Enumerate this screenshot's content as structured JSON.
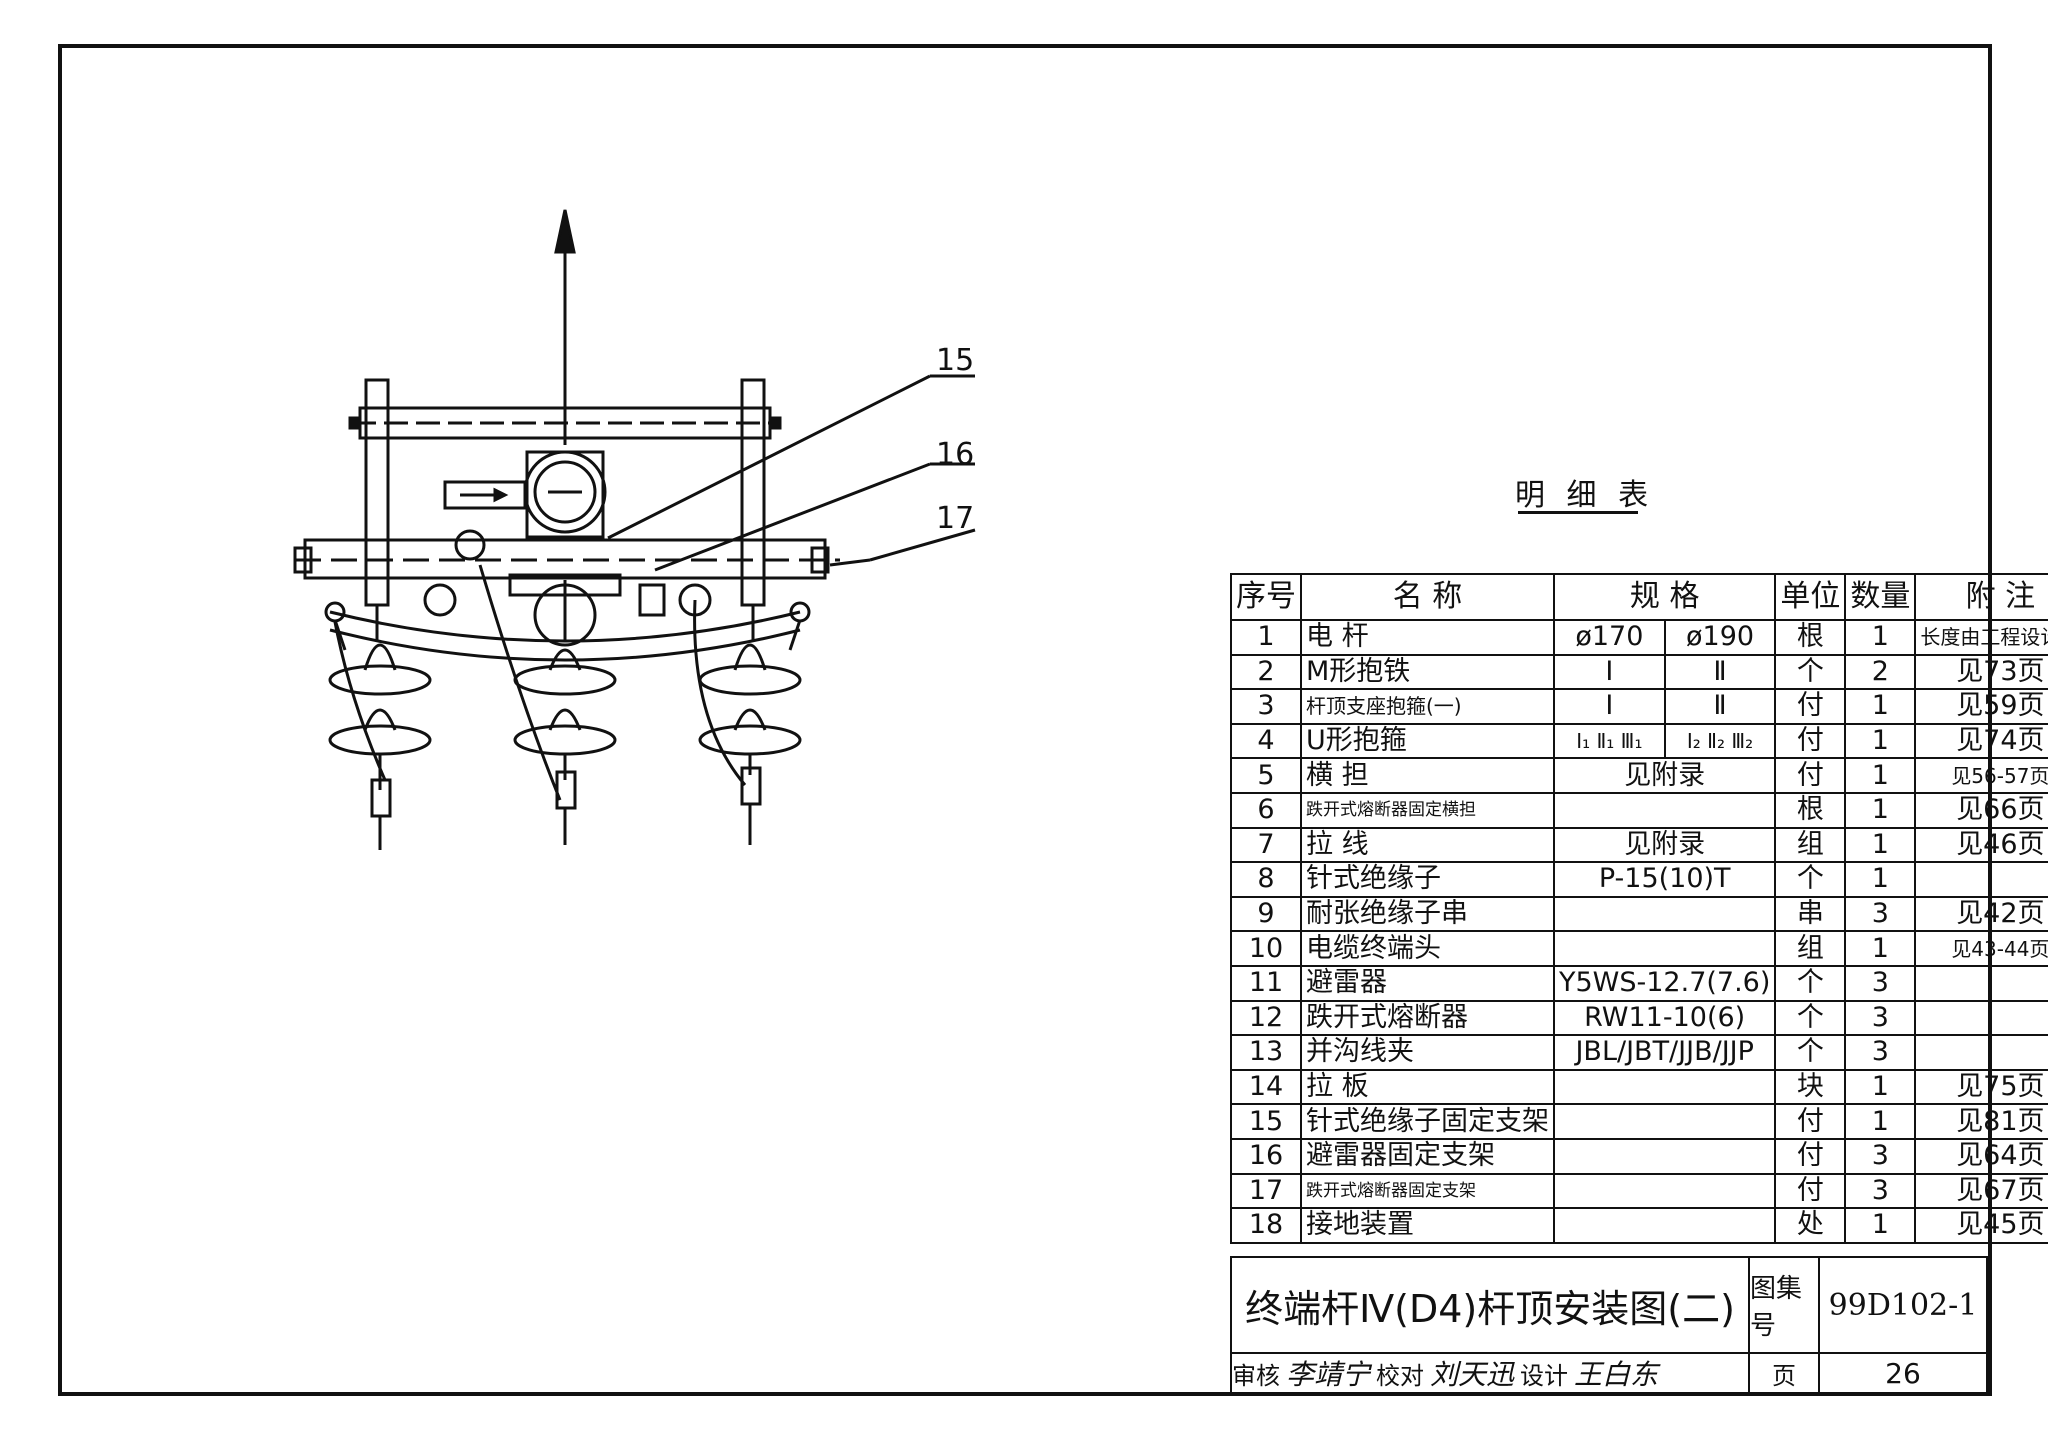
{
  "callouts": [
    "15",
    "16",
    "17"
  ],
  "schedule": {
    "title": "明 细 表",
    "headers": [
      "序号",
      "名 称",
      "规 格",
      "单位",
      "数量",
      "附 注"
    ],
    "rows": [
      {
        "no": "1",
        "name": "电 杆",
        "spec_a": "ø170",
        "spec_b": "ø190",
        "unit": "根",
        "qty": "1",
        "note": "长度由工程设计定"
      },
      {
        "no": "2",
        "name": "M形抱铁",
        "spec_a": "Ⅰ",
        "spec_b": "Ⅱ",
        "unit": "个",
        "qty": "2",
        "note": "见73页"
      },
      {
        "no": "3",
        "name": "杆顶支座抱箍(一)",
        "spec_a": "Ⅰ",
        "spec_b": "Ⅱ",
        "unit": "付",
        "qty": "1",
        "note": "见59页"
      },
      {
        "no": "4",
        "name": "U形抱箍",
        "spec_a": "Ⅰ₁ Ⅱ₁ Ⅲ₁",
        "spec_b": "Ⅰ₂ Ⅱ₂ Ⅲ₂",
        "unit": "付",
        "qty": "1",
        "note": "见74页"
      },
      {
        "no": "5",
        "name": "横 担",
        "spec": "见附录",
        "unit": "付",
        "qty": "1",
        "note": "见56-57页"
      },
      {
        "no": "6",
        "name": "跌开式熔断器固定横担",
        "spec": "",
        "unit": "根",
        "qty": "1",
        "note": "见66页"
      },
      {
        "no": "7",
        "name": "拉 线",
        "spec": "见附录",
        "unit": "组",
        "qty": "1",
        "note": "见46页"
      },
      {
        "no": "8",
        "name": "针式绝缘子",
        "spec": "P-15(10)T",
        "unit": "个",
        "qty": "1",
        "note": ""
      },
      {
        "no": "9",
        "name": "耐张绝缘子串",
        "spec": "",
        "unit": "串",
        "qty": "3",
        "note": "见42页"
      },
      {
        "no": "10",
        "name": "电缆终端头",
        "spec": "",
        "unit": "组",
        "qty": "1",
        "note": "见43-44页"
      },
      {
        "no": "11",
        "name": "避雷器",
        "spec": "Y5WS-12.7(7.6)",
        "unit": "个",
        "qty": "3",
        "note": ""
      },
      {
        "no": "12",
        "name": "跌开式熔断器",
        "spec": "RW11-10(6)",
        "unit": "个",
        "qty": "3",
        "note": ""
      },
      {
        "no": "13",
        "name": "并沟线夹",
        "spec": "JBL/JBT/JJB/JJP",
        "unit": "个",
        "qty": "3",
        "note": ""
      },
      {
        "no": "14",
        "name": "拉 板",
        "spec": "",
        "unit": "块",
        "qty": "1",
        "note": "见75页"
      },
      {
        "no": "15",
        "name": "针式绝缘子固定支架",
        "spec": "",
        "unit": "付",
        "qty": "1",
        "note": "见81页"
      },
      {
        "no": "16",
        "name": "避雷器固定支架",
        "spec": "",
        "unit": "付",
        "qty": "3",
        "note": "见64页"
      },
      {
        "no": "17",
        "name": "跌开式熔断器固定支架",
        "spec": "",
        "unit": "付",
        "qty": "3",
        "note": "见67页"
      },
      {
        "no": "18",
        "name": "接地装置",
        "spec": "",
        "unit": "处",
        "qty": "1",
        "note": "见45页"
      }
    ]
  },
  "title_block": {
    "drawing_title": "终端杆Ⅳ(D4)杆顶安装图(二)",
    "atlas_label": "图集号",
    "atlas_no": "99D102-1",
    "review_label": "审核",
    "review_sig": "李靖宁",
    "check_label": "校对",
    "check_sig": "刘天迅",
    "design_label": "设计",
    "design_sig": "王白东",
    "page_label": "页",
    "page_no": "26"
  }
}
